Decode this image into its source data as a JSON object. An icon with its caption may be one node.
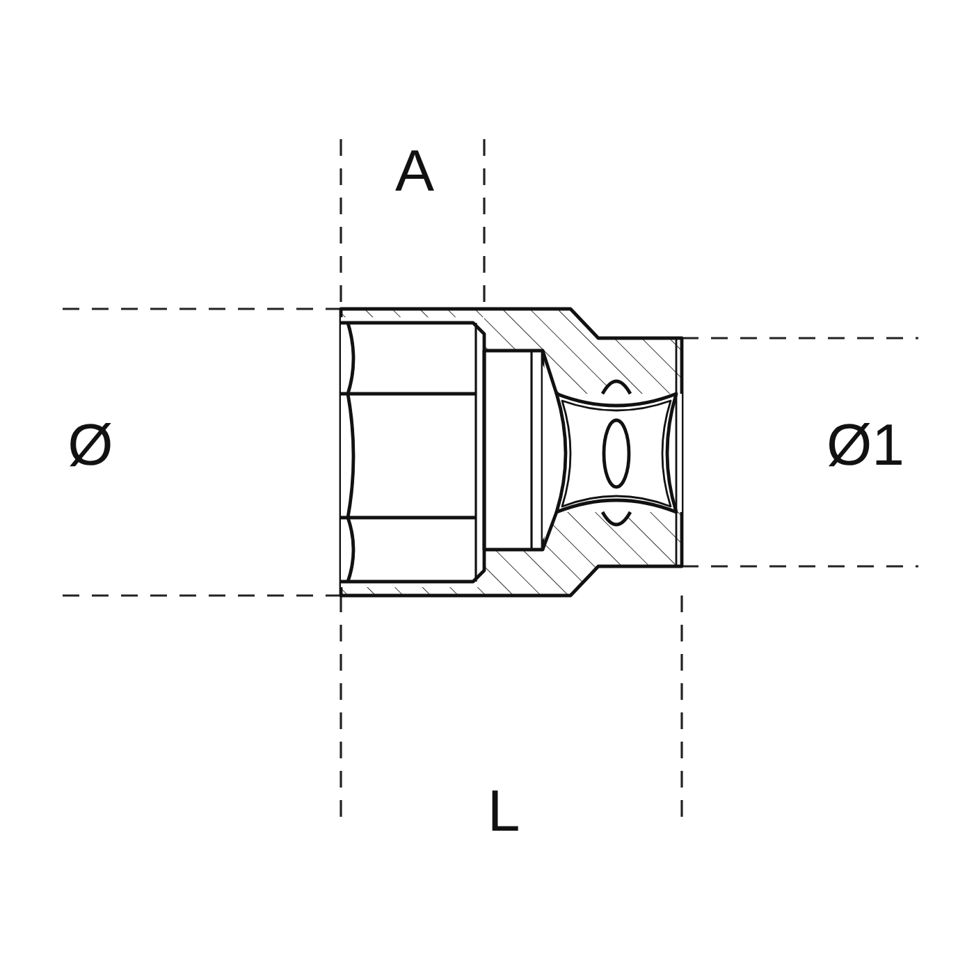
{
  "diagram": {
    "labels": [
      "A",
      "Ø",
      "Ø1",
      "L"
    ]
  }
}
